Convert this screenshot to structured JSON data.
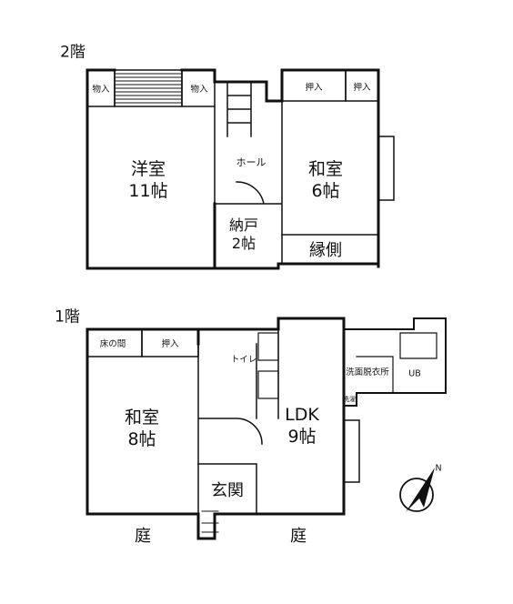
{
  "floor2": {
    "title": "2階",
    "youshitsu": {
      "name": "洋室",
      "size": "11帖"
    },
    "washitsu": {
      "name": "和室",
      "size": "6帖"
    },
    "nando": {
      "name": "納戸",
      "size": "2帖"
    },
    "engawa": "縁側",
    "hall": "ホール",
    "monoire_left": "物入",
    "monoire_right": "物入",
    "oshiire_left": "押入",
    "oshiire_right": "押入"
  },
  "floor1": {
    "title": "1階",
    "washitsu": {
      "name": "和室",
      "size": "8帖"
    },
    "ldk": {
      "name": "LDK",
      "size": "9帖"
    },
    "genkan": "玄関",
    "tokonoma": "床の間",
    "oshiire": "押入",
    "toilet": "トイレ",
    "senmen": "洗面脱衣所",
    "ub": "UB",
    "sentaku": "洗濯",
    "niwa_left": "庭",
    "niwa_right": "庭"
  },
  "compass": {
    "north": "N"
  }
}
